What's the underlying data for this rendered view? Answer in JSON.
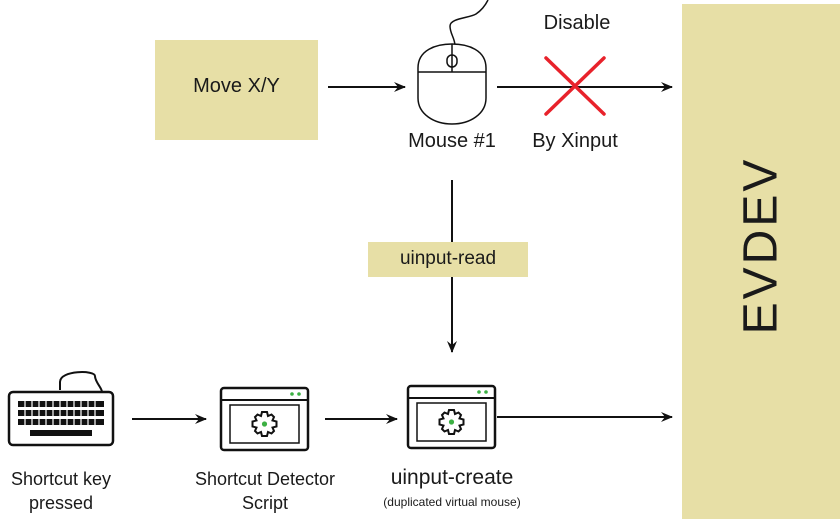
{
  "nodes": {
    "move_xy": "Move X/Y",
    "mouse": "Mouse #1",
    "disable": "Disable",
    "by_xinput": "By Xinput",
    "uinput_read": "uinput-read",
    "evdev": "EVDEV",
    "shortcut_key_line1": "Shortcut key",
    "shortcut_key_line2": "pressed",
    "detector_line1": "Shortcut Detector",
    "detector_line2": "Script",
    "uinput_create": "uinput-create",
    "uinput_create_note": "(duplicated virtual mouse)"
  },
  "colors": {
    "box_fill": "#e7dfa6",
    "cross": "#e8222b",
    "stroke": "#111111",
    "gear_dot": "#3cb043"
  },
  "icons": [
    "mouse-icon",
    "keyboard-icon",
    "app-window-gear-icon"
  ]
}
